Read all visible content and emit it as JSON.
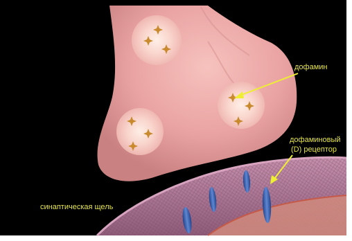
{
  "labels": {
    "dopamine": "дофамин",
    "receptor_line1": "дофаминовый",
    "receptor_line2": "(D) рецептор",
    "synaptic_cleft": "синаптическая щель"
  },
  "colors": {
    "background": "#000000",
    "label_text": "#e6e44a",
    "neuron_terminal": "#eba6a4",
    "membrane": "#b07c9a",
    "receptor": "#3e67b3",
    "dopamine_molecule": "#c98a2e",
    "arrow": "#eeee33"
  },
  "icons": {
    "dopamine_molecule": "four-point-star"
  }
}
